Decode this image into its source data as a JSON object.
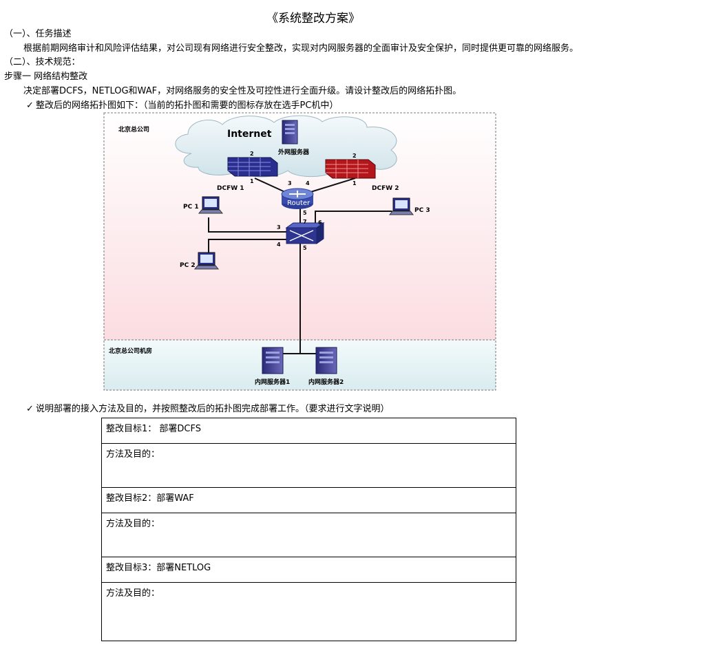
{
  "title": "《系统整改方案》",
  "section1": {
    "heading": "（一）、任务描述",
    "text": "根据前期网络审计和风险评估结果，对公司现有网络进行安全整改，实现对内网服务器的全面审计及安全保护，同时提供更可靠的网络服务。"
  },
  "section2": {
    "heading": "（二）、技术规范："
  },
  "step1": {
    "heading": "步骤一  网络结构整改",
    "text": "决定部署DCFS，NETLOG和WAF，对网络服务的安全性及可控性进行全面升级。请设计整改后的网络拓扑图。",
    "bullet1": "整改后的网络拓扑图如下：（当前的拓扑图和需要的图标存放在选手PC机中）",
    "bullet2": "说明部署的接入方法及目的，并按照整改后的拓扑图完成部署工作。（要求进行文字说明）"
  },
  "diagram": {
    "zone_top": "北京总公司",
    "zone_bottom": "北京总公司机房",
    "cloud": "Internet",
    "ext_server": "外网服务器",
    "fw1": "DCFW 1",
    "fw2": "DCFW 2",
    "router": "Router",
    "pc1": "PC 1",
    "pc2": "PC 2",
    "pc3": "PC 3",
    "srv1": "内网服务器1",
    "srv2": "内网服务器2",
    "port_labels": [
      "2",
      "1",
      "2",
      "1",
      "3",
      "4",
      "5",
      "7",
      "3",
      "6",
      "4",
      "5"
    ]
  },
  "table": {
    "goal1": "整改目标1：  部署DCFS",
    "method1": "方法及目的：",
    "goal2": "整改目标2：部署WAF",
    "method2": "方法及目的：",
    "goal3": "整改目标3：部署NETLOG",
    "method3": "方法及目的："
  },
  "colors": {
    "fw1": "#2a2f8f",
    "fw2": "#b3161b",
    "zone_top_bg": "#fbe4e6",
    "zone_bottom_bg": "#e6f2f4"
  }
}
